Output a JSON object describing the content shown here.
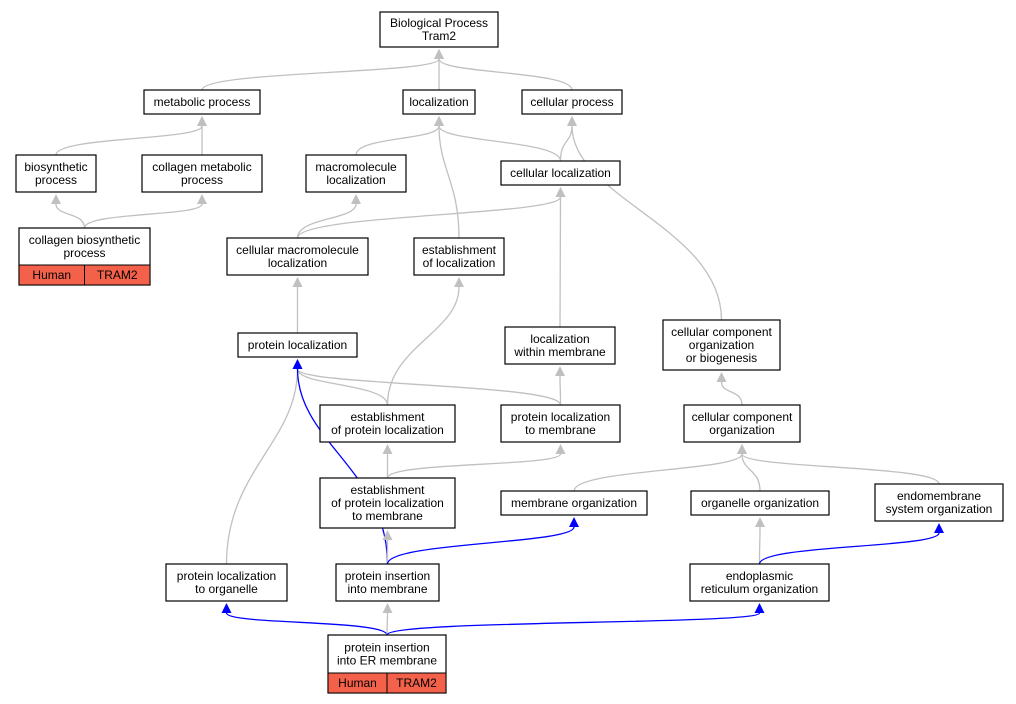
{
  "colors": {
    "edge_default": "#c0c0c0",
    "edge_highlight": "#0000ff",
    "annotation_fill": "#f4614a"
  },
  "nodes": {
    "root": {
      "lines": [
        "Biological Process",
        "Tram2"
      ]
    },
    "metabolic_process": {
      "lines": [
        "metabolic process"
      ]
    },
    "localization": {
      "lines": [
        "localization"
      ]
    },
    "cellular_process": {
      "lines": [
        "cellular process"
      ]
    },
    "biosynthetic_process": {
      "lines": [
        "biosynthetic",
        "process"
      ]
    },
    "collagen_metabolic_process": {
      "lines": [
        "collagen metabolic",
        "process"
      ]
    },
    "macromolecule_localization": {
      "lines": [
        "macromolecule",
        "localization"
      ]
    },
    "cellular_localization": {
      "lines": [
        "cellular localization"
      ]
    },
    "collagen_biosynthetic_process": {
      "lines": [
        "collagen biosynthetic",
        "process"
      ],
      "annotations": [
        "Human",
        "TRAM2"
      ]
    },
    "cellular_macromolecule_localization": {
      "lines": [
        "cellular macromolecule",
        "localization"
      ]
    },
    "establishment_of_localization": {
      "lines": [
        "establishment",
        "of localization"
      ]
    },
    "protein_localization": {
      "lines": [
        "protein localization"
      ]
    },
    "localization_within_membrane": {
      "lines": [
        "localization",
        "within membrane"
      ]
    },
    "cellular_component_organization_or_biogenesis": {
      "lines": [
        "cellular component",
        "organization",
        "or biogenesis"
      ]
    },
    "establishment_of_protein_localization": {
      "lines": [
        "establishment",
        "of protein localization"
      ]
    },
    "protein_localization_to_membrane": {
      "lines": [
        "protein localization",
        "to membrane"
      ]
    },
    "cellular_component_organization": {
      "lines": [
        "cellular component",
        "organization"
      ]
    },
    "establishment_of_protein_localization_to_membrane": {
      "lines": [
        "establishment",
        "of protein localization",
        "to membrane"
      ]
    },
    "membrane_organization": {
      "lines": [
        "membrane organization"
      ]
    },
    "organelle_organization": {
      "lines": [
        "organelle organization"
      ]
    },
    "endomembrane_system_organization": {
      "lines": [
        "endomembrane",
        "system organization"
      ]
    },
    "protein_localization_to_organelle": {
      "lines": [
        "protein localization",
        "to organelle"
      ]
    },
    "protein_insertion_into_membrane": {
      "lines": [
        "protein insertion",
        "into membrane"
      ]
    },
    "endoplasmic_reticulum_organization": {
      "lines": [
        "endoplasmic",
        "reticulum organization"
      ]
    },
    "protein_insertion_into_er_membrane": {
      "lines": [
        "protein insertion",
        "into ER membrane"
      ],
      "annotations": [
        "Human",
        "TRAM2"
      ]
    }
  },
  "edges": [
    {
      "from": "metabolic_process",
      "to": "root",
      "highlight": false
    },
    {
      "from": "localization",
      "to": "root",
      "highlight": false
    },
    {
      "from": "cellular_process",
      "to": "root",
      "highlight": false
    },
    {
      "from": "biosynthetic_process",
      "to": "metabolic_process",
      "highlight": false
    },
    {
      "from": "collagen_metabolic_process",
      "to": "metabolic_process",
      "highlight": false
    },
    {
      "from": "macromolecule_localization",
      "to": "localization",
      "highlight": false
    },
    {
      "from": "cellular_localization",
      "to": "localization",
      "highlight": false
    },
    {
      "from": "cellular_localization",
      "to": "cellular_process",
      "highlight": false
    },
    {
      "from": "establishment_of_localization",
      "to": "localization",
      "highlight": false
    },
    {
      "from": "cellular_component_organization_or_biogenesis",
      "to": "cellular_process",
      "highlight": false
    },
    {
      "from": "collagen_biosynthetic_process",
      "to": "biosynthetic_process",
      "highlight": false
    },
    {
      "from": "collagen_biosynthetic_process",
      "to": "collagen_metabolic_process",
      "highlight": false
    },
    {
      "from": "cellular_macromolecule_localization",
      "to": "macromolecule_localization",
      "highlight": false
    },
    {
      "from": "cellular_macromolecule_localization",
      "to": "cellular_localization",
      "highlight": false
    },
    {
      "from": "localization_within_membrane",
      "to": "cellular_localization",
      "highlight": false
    },
    {
      "from": "protein_localization",
      "to": "cellular_macromolecule_localization",
      "highlight": false
    },
    {
      "from": "establishment_of_protein_localization",
      "to": "establishment_of_localization",
      "highlight": false
    },
    {
      "from": "establishment_of_protein_localization",
      "to": "protein_localization",
      "highlight": false
    },
    {
      "from": "protein_localization_to_membrane",
      "to": "protein_localization",
      "highlight": false
    },
    {
      "from": "protein_localization_to_membrane",
      "to": "localization_within_membrane",
      "highlight": false
    },
    {
      "from": "cellular_component_organization",
      "to": "cellular_component_organization_or_biogenesis",
      "highlight": false
    },
    {
      "from": "establishment_of_protein_localization_to_membrane",
      "to": "establishment_of_protein_localization",
      "highlight": false
    },
    {
      "from": "establishment_of_protein_localization_to_membrane",
      "to": "protein_localization_to_membrane",
      "highlight": false
    },
    {
      "from": "membrane_organization",
      "to": "cellular_component_organization",
      "highlight": false
    },
    {
      "from": "organelle_organization",
      "to": "cellular_component_organization",
      "highlight": false
    },
    {
      "from": "endomembrane_system_organization",
      "to": "cellular_component_organization",
      "highlight": false
    },
    {
      "from": "protein_localization_to_organelle",
      "to": "protein_localization",
      "highlight": false
    },
    {
      "from": "protein_insertion_into_membrane",
      "to": "protein_localization",
      "highlight": true
    },
    {
      "from": "protein_insertion_into_membrane",
      "to": "establishment_of_protein_localization_to_membrane",
      "highlight": false
    },
    {
      "from": "protein_insertion_into_membrane",
      "to": "membrane_organization",
      "highlight": true
    },
    {
      "from": "endoplasmic_reticulum_organization",
      "to": "organelle_organization",
      "highlight": false
    },
    {
      "from": "endoplasmic_reticulum_organization",
      "to": "endomembrane_system_organization",
      "highlight": true
    },
    {
      "from": "protein_insertion_into_er_membrane",
      "to": "protein_localization_to_organelle",
      "highlight": true
    },
    {
      "from": "protein_insertion_into_er_membrane",
      "to": "protein_insertion_into_membrane",
      "highlight": false
    },
    {
      "from": "protein_insertion_into_er_membrane",
      "to": "endoplasmic_reticulum_organization",
      "highlight": true
    }
  ]
}
